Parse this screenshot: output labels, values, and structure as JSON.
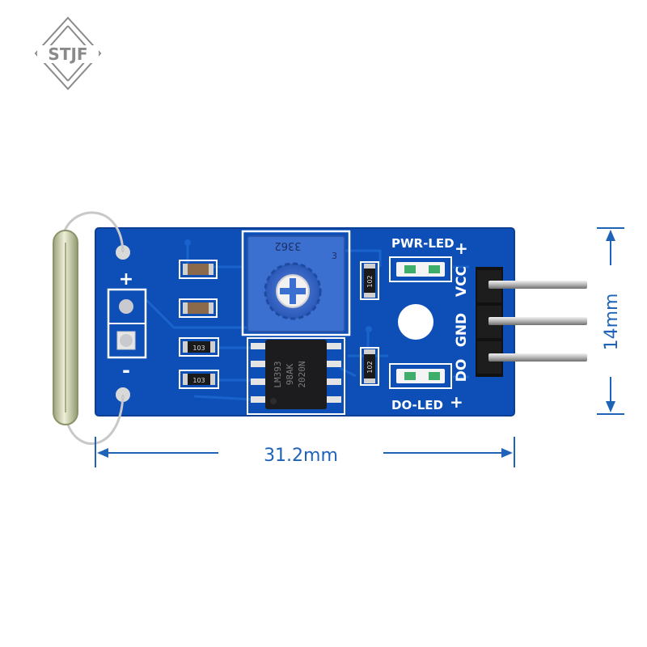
{
  "logo": {
    "text": "STJF"
  },
  "board": {
    "pwr_led_label": "PWR-LED",
    "do_led_label": "DO-LED",
    "plus_sign": "+",
    "minus_sign": "-",
    "pin_labels": [
      "DO",
      "GND",
      "VCC"
    ],
    "potentiometer_code": "3362",
    "potentiometer_pin_mark": "3",
    "chip_markings": [
      "LM393",
      "98AK",
      "2020N"
    ],
    "resistor_codes": [
      "103",
      "103",
      "102",
      "102"
    ]
  },
  "dimensions": {
    "width_label": "31.2mm",
    "height_label": "14mm",
    "color": "#1e63b8"
  },
  "colors": {
    "pcb": "#0d4fb6",
    "pcb_edge": "#0a3f96",
    "trace": "#1a63cc",
    "silkscreen": "#ffffff",
    "pot_body": "#3b6fd0",
    "header_black": "#111111",
    "reed_glass": "#c8c89a"
  }
}
